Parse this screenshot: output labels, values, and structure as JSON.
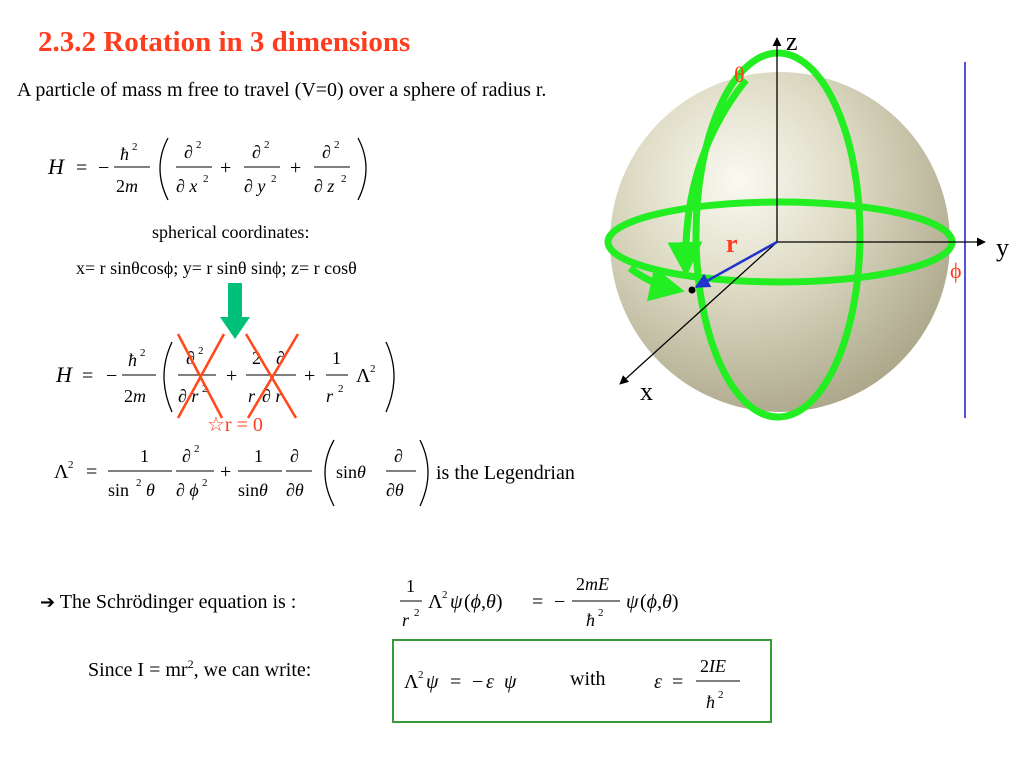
{
  "slide": {
    "title": "2.3.2 Rotation in 3 dimensions",
    "intro": "A particle of mass m free to travel (V=0) over a sphere of radius r.",
    "spherical_label": "spherical coordinates:",
    "coords_line": "x= r sinθcosϕ; y= r sinθ sinϕ; z= r cosθ",
    "r_zero_note": "☆r = 0",
    "legendrian_label": "is the Legendrian",
    "schrodinger_label": "The Schrödinger equation is :",
    "since_prefix": "Since I = mr",
    "since_sup": "2",
    "since_suffix": ", we can write:",
    "with_label": "with"
  },
  "diagram": {
    "axis_z": "z",
    "axis_y": "y",
    "axis_x": "x",
    "theta": "θ",
    "phi": "ϕ",
    "radius": "r"
  },
  "colors": {
    "title": "#ff3c1e",
    "ring": "#22ee22",
    "radius_arrow": "#2233cc",
    "down_arrow": "#00c07a",
    "box_border": "#3a9a3a",
    "axis_line": "#1a1acc"
  }
}
